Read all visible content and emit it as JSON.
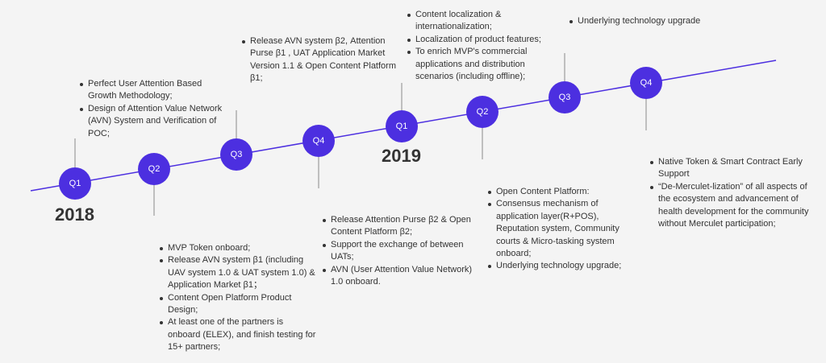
{
  "colors": {
    "timeline": "#4c2fe0",
    "node_fill": "#4c2fe0",
    "node_text": "#ffffff",
    "connector": "#8a8a8a",
    "text": "#333333",
    "background": "#f4f4f4"
  },
  "years": [
    "2018",
    "2019"
  ],
  "milestones": [
    {
      "label": "Q1",
      "year": "2018",
      "items": [
        {
          "text": "Perfect User Attention Based Growth Methodology;"
        },
        {
          "text": "Design of Attention Value Network (AVN) System and Verification of POC;"
        }
      ]
    },
    {
      "label": "Q2",
      "year": "2018",
      "items": [
        {
          "text": "MVP Token onboard;"
        },
        {
          "text": "Release AVN system β1 (including UAV system 1.0 & UAT system 1.0) & Application Market β1；"
        },
        {
          "text": "Content Open Platform Product Design;"
        },
        {
          "text": "At least one of the partners is onboard (ELEX), and finish testing for 15+ partners;"
        }
      ]
    },
    {
      "label": "Q3",
      "year": "2018",
      "items": [
        {
          "text": "Release AVN system β2, Attention Purse β1 , UAT Application Market Version 1.1 & Open Content Platform β1;"
        }
      ]
    },
    {
      "label": "Q4",
      "year": "2018",
      "items": [
        {
          "text": "Release Attention Purse β2 & Open Content Platform β2;"
        },
        {
          "text": "Support the exchange of between UATs;"
        },
        {
          "text": "AVN (User Attention Value Network) 1.0 onboard."
        }
      ]
    },
    {
      "label": "Q1",
      "year": "2019",
      "items": [
        {
          "text": "Content localization & internationalization;"
        },
        {
          "text": "Localization of product features;"
        },
        {
          "text": "To enrich MVP's commercial applications and distribution scenarios (including offline);"
        }
      ]
    },
    {
      "label": "Q2",
      "year": "2019",
      "items": [
        {
          "text": "Open Content Platform:"
        },
        {
          "text": "Consensus mechanism of application layer(R+POS),"
        },
        {
          "text": "Reputation system, Community courts & Micro-tasking system onboard;",
          "plain": true
        },
        {
          "text": "Underlying technology upgrade;"
        }
      ]
    },
    {
      "label": "Q3",
      "year": "2019",
      "items": [
        {
          "text": "Underlying technology upgrade"
        }
      ]
    },
    {
      "label": "Q4",
      "year": "2019",
      "items": [
        {
          "text": "Native Token & Smart Contract Early Support"
        },
        {
          "text": "“De-Merculet-lization” of all aspects of the ecosystem and advancement of health development for the community without Merculet participation;"
        }
      ]
    }
  ]
}
